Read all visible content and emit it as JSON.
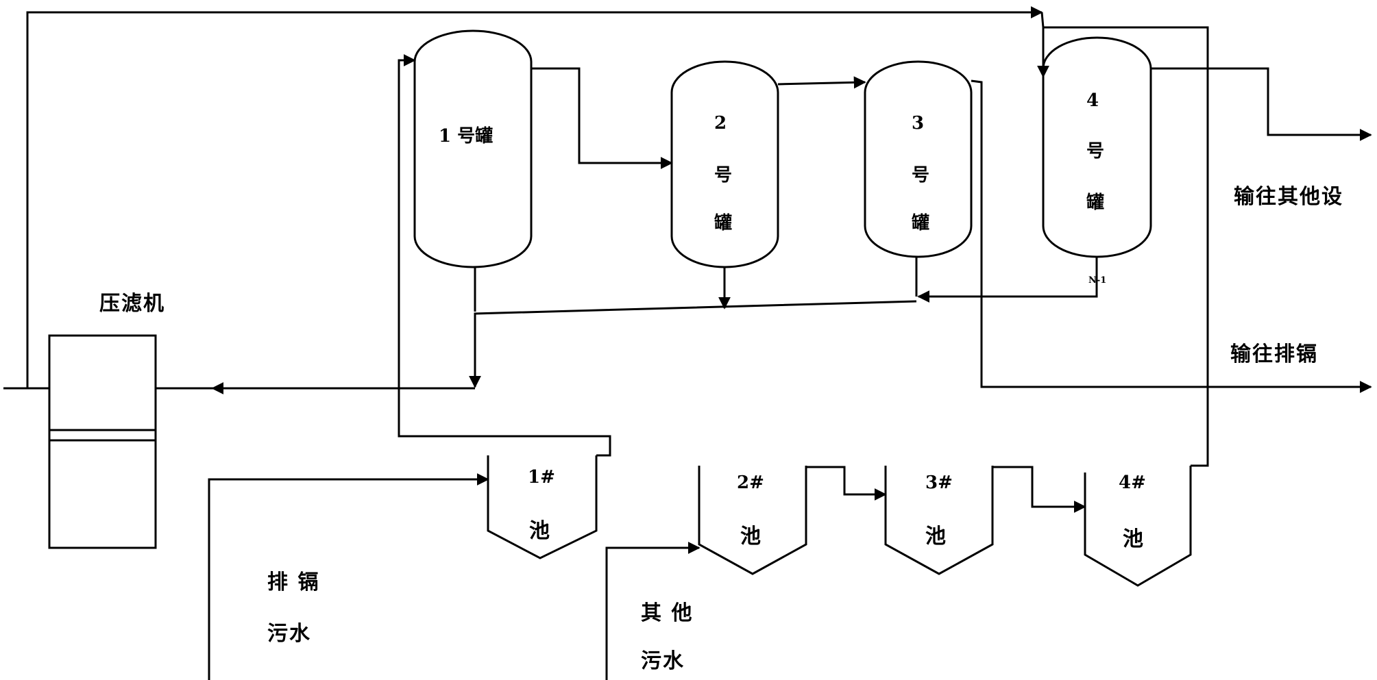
{
  "tanks": [
    {
      "id": "tank-1",
      "label_lines": [
        "1 号罐"
      ]
    },
    {
      "id": "tank-2",
      "label_lines": [
        "2",
        "号",
        "罐"
      ]
    },
    {
      "id": "tank-3",
      "label_lines": [
        "3",
        "号",
        "罐"
      ]
    },
    {
      "id": "tank-4",
      "label_lines": [
        "4",
        "号",
        "罐"
      ]
    }
  ],
  "pools": [
    {
      "id": "pool-1",
      "number": "1#",
      "name": "池"
    },
    {
      "id": "pool-2",
      "number": "2#",
      "name": "池"
    },
    {
      "id": "pool-3",
      "number": "3#",
      "name": "池"
    },
    {
      "id": "pool-4",
      "number": "4#",
      "name": "池"
    }
  ],
  "filter_press": {
    "label": "压滤机"
  },
  "outputs": {
    "to_other_equipment": "输往其他设",
    "to_cadmium_discharge": "输往排镉"
  },
  "inputs": {
    "cadmium_wastewater": [
      "排 镉",
      "污水"
    ],
    "other_wastewater": [
      "其 他",
      "污水"
    ]
  },
  "small_mark": "N-1",
  "colors": {
    "line": "#000000",
    "background": "#ffffff"
  }
}
